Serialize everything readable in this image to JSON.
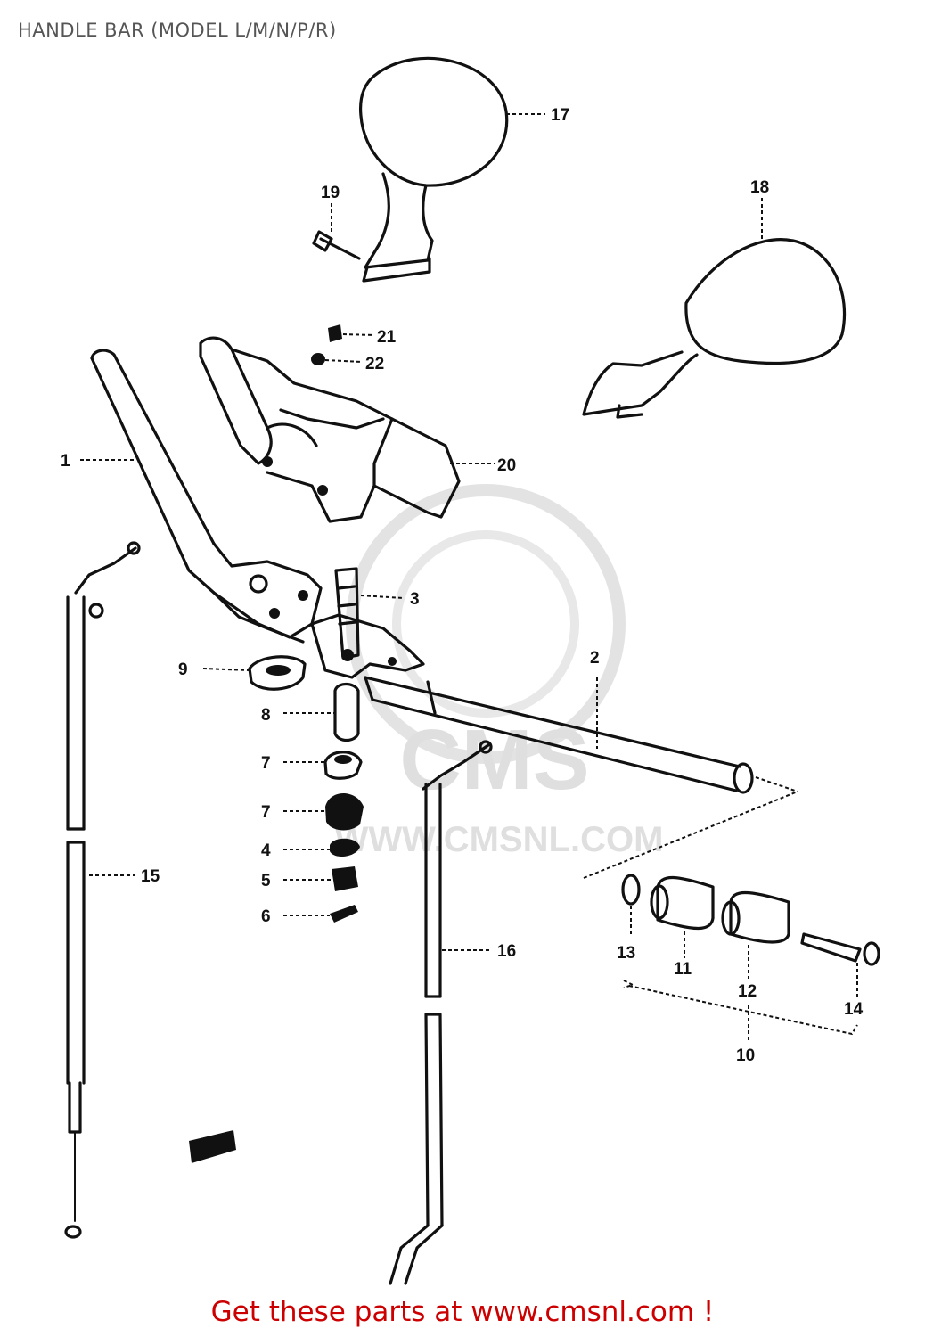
{
  "title": "HANDLE BAR (MODEL L/M/N/P/R)",
  "footer": {
    "text": "Get these parts at www.cmsnl.com !",
    "color": "#cc0000"
  },
  "watermark": {
    "brand": "CMS",
    "url": "WWW.CMSNL.COM",
    "color": "#d9d9d9"
  },
  "callouts": {
    "n1": "1",
    "n2": "2",
    "n3": "3",
    "n4": "4",
    "n5": "5",
    "n6": "6",
    "n7a": "7",
    "n7b": "7",
    "n8": "8",
    "n9": "9",
    "n10": "10",
    "n11": "11",
    "n12": "12",
    "n13": "13",
    "n14": "14",
    "n15": "15",
    "n16": "16",
    "n17": "17",
    "n18": "18",
    "n19": "19",
    "n20": "20",
    "n21": "21",
    "n22": "22"
  }
}
